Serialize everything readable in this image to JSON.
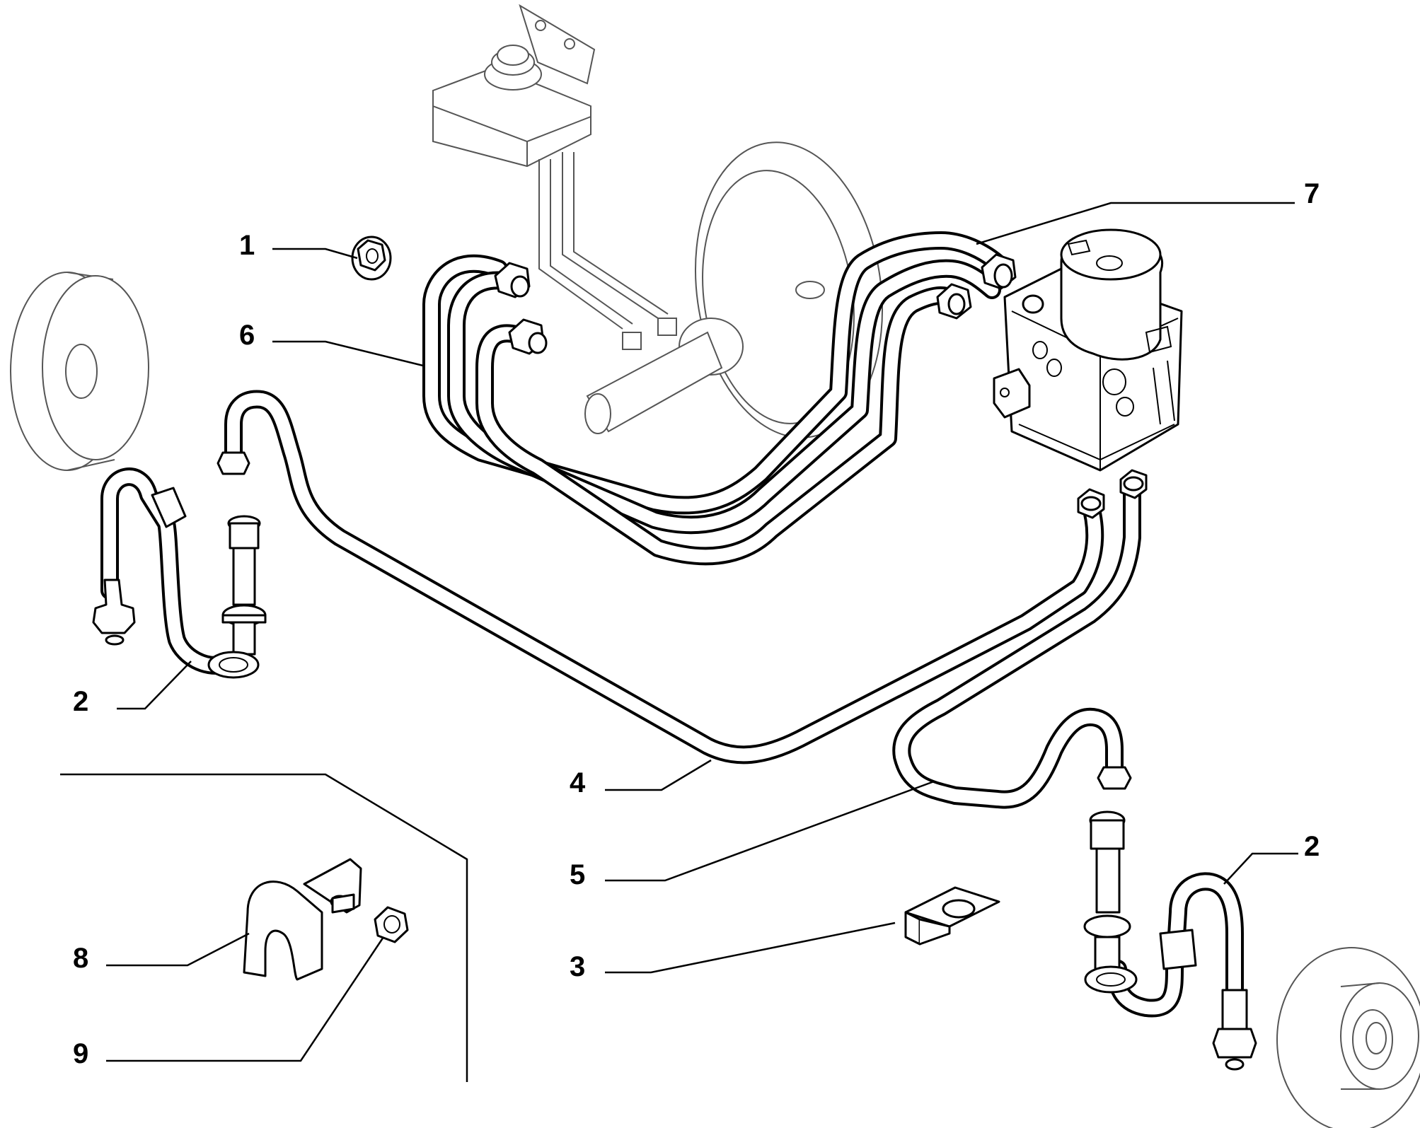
{
  "callouts": {
    "c1": "1",
    "c2_left": "2",
    "c2_right": "2",
    "c3": "3",
    "c4": "4",
    "c5": "5",
    "c6": "6",
    "c7": "7",
    "c8": "8",
    "c9": "9"
  },
  "colors": {
    "line": "#000000",
    "ghost_outline": "#555555",
    "background": "#ffffff"
  }
}
